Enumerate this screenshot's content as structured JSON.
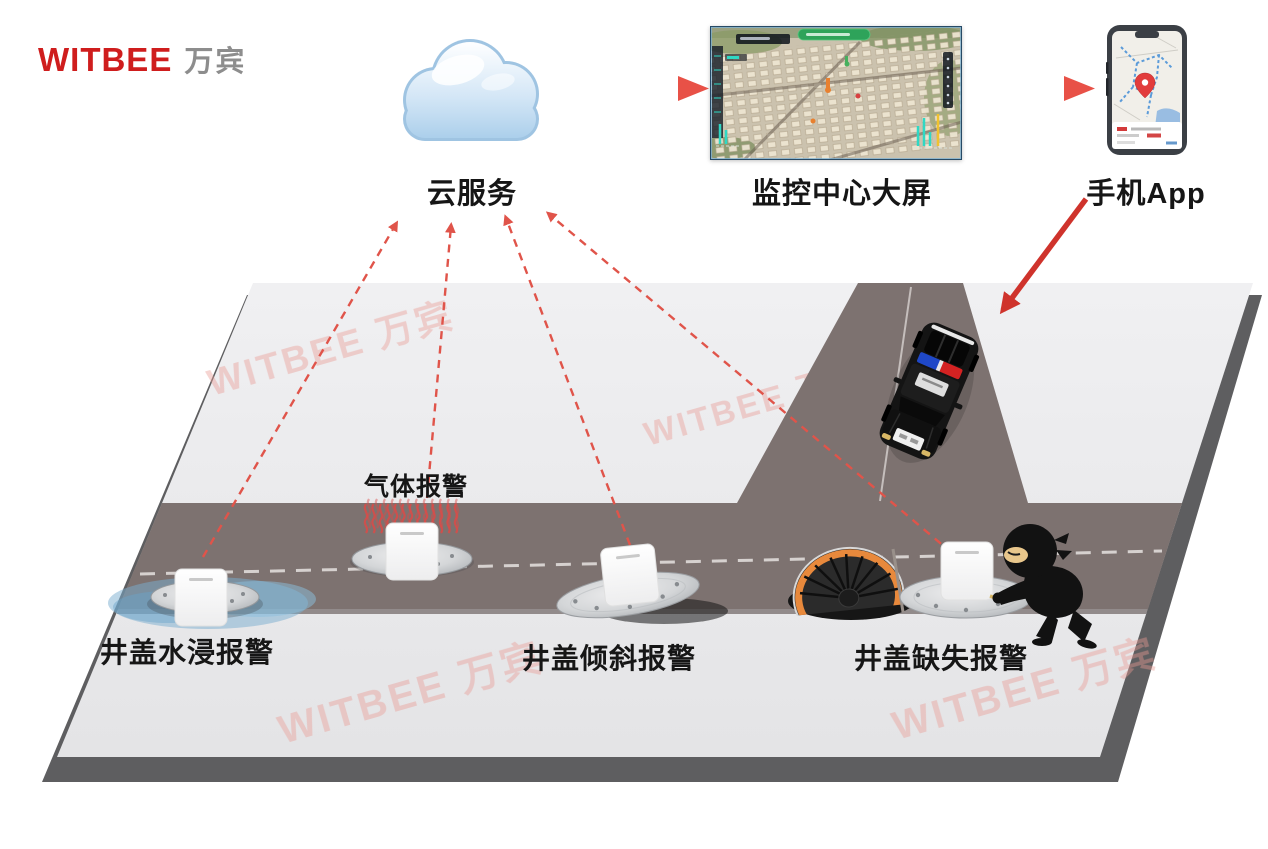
{
  "brand": {
    "name": "WITBEE",
    "name_cn": "万宾"
  },
  "flow_nodes": {
    "cloud": {
      "label": "云服务"
    },
    "monitor": {
      "label": "监控中心大屏"
    },
    "phone": {
      "label": "手机App"
    }
  },
  "alarms": [
    {
      "id": "water",
      "label": "井盖水浸报警"
    },
    {
      "id": "gas",
      "label": "气体报警"
    },
    {
      "id": "tilt",
      "label": "井盖倾斜报警"
    },
    {
      "id": "missing",
      "label": "井盖缺失报警"
    }
  ],
  "watermark": {
    "text": "WITBEE 万宾"
  },
  "colors": {
    "brand_red": "#cf1d1d",
    "arrow_red": "#d83f36",
    "dashed_red": "#e0544a",
    "road": "#7d7270",
    "plane": "#e9e9eb",
    "cloud_blue": "#b9d8f0",
    "water_blue": "#7fb0d4",
    "cover_orange": "#e8893c"
  }
}
